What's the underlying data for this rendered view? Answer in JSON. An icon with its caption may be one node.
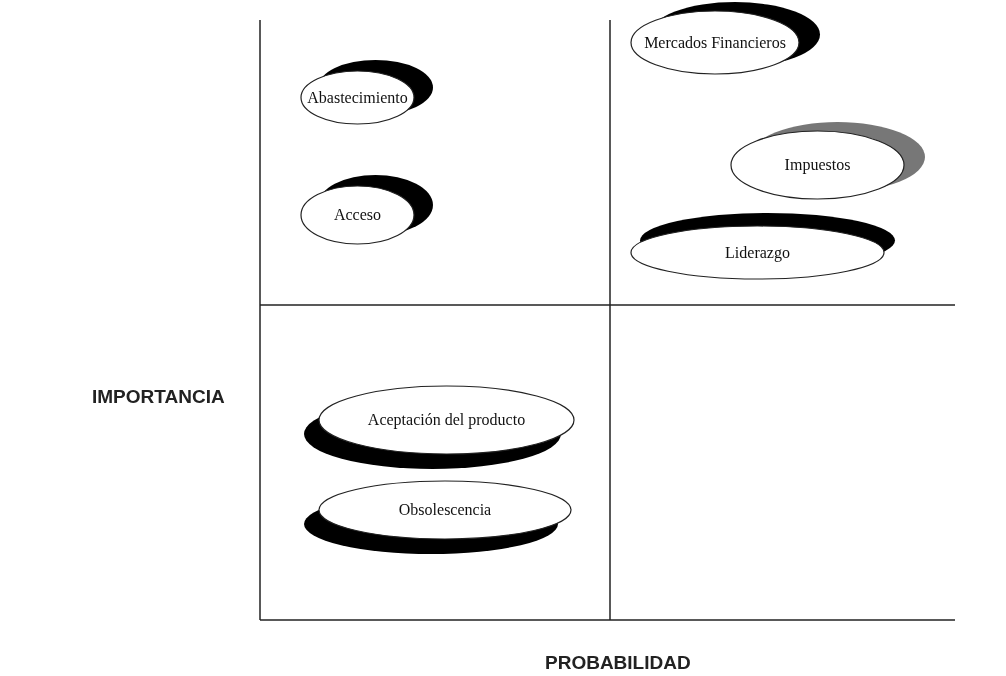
{
  "diagram": {
    "nodes": [
      {
        "text": [
          "Abastecimiento"
        ]
      },
      {
        "text": [
          "Acceso"
        ]
      },
      {
        "text": [
          "Mercados Financieros"
        ]
      },
      {
        "text": [
          "Impuestos"
        ]
      },
      {
        "text": [
          "Liderazgo"
        ]
      },
      {
        "text": [
          "Aceptación del producto"
        ]
      },
      {
        "text": [
          "Obsolescencia"
        ]
      }
    ],
    "edges": [],
    "labels": [
      "IMPORTANCIA",
      "PROBABILIDAD"
    ]
  }
}
